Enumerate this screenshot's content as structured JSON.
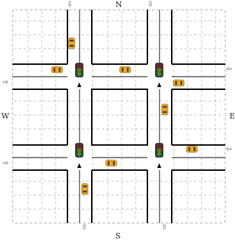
{
  "compass": {
    "north": "N",
    "south": "S",
    "east": "E",
    "west": "W"
  },
  "entry_arrows": {
    "top_left": "⇩",
    "top_right": "⇩",
    "bottom_left": "⇧",
    "bottom_right": "⇧",
    "left_top": "⇨",
    "left_bottom": "⇨",
    "right_top": "⇦",
    "right_bottom": "⇦"
  },
  "intersections": [
    {
      "name": "intersection-nw",
      "light": "green"
    },
    {
      "name": "intersection-ne",
      "light": "green"
    },
    {
      "name": "intersection-sw",
      "light": "green"
    },
    {
      "name": "intersection-se",
      "light": "green"
    }
  ],
  "colors": {
    "road_edge": "#000000",
    "center_line": "#555555",
    "grid": "#b0b0b0",
    "car_body": "#e7a92e",
    "car_window": "#5a3c0a",
    "light_red": "#7a1d1d",
    "light_yellow": "#7b7014",
    "light_green": "#1fa22a",
    "light_housing": "#3b3b3b"
  },
  "cars": [
    {
      "name": "car-1",
      "orientation": "vertical"
    },
    {
      "name": "car-2",
      "orientation": "horizontal"
    },
    {
      "name": "car-3",
      "orientation": "horizontal"
    },
    {
      "name": "car-4",
      "orientation": "horizontal"
    },
    {
      "name": "car-5",
      "orientation": "vertical"
    },
    {
      "name": "car-6",
      "orientation": "horizontal"
    },
    {
      "name": "car-7",
      "orientation": "horizontal"
    },
    {
      "name": "car-8",
      "orientation": "vertical"
    }
  ]
}
